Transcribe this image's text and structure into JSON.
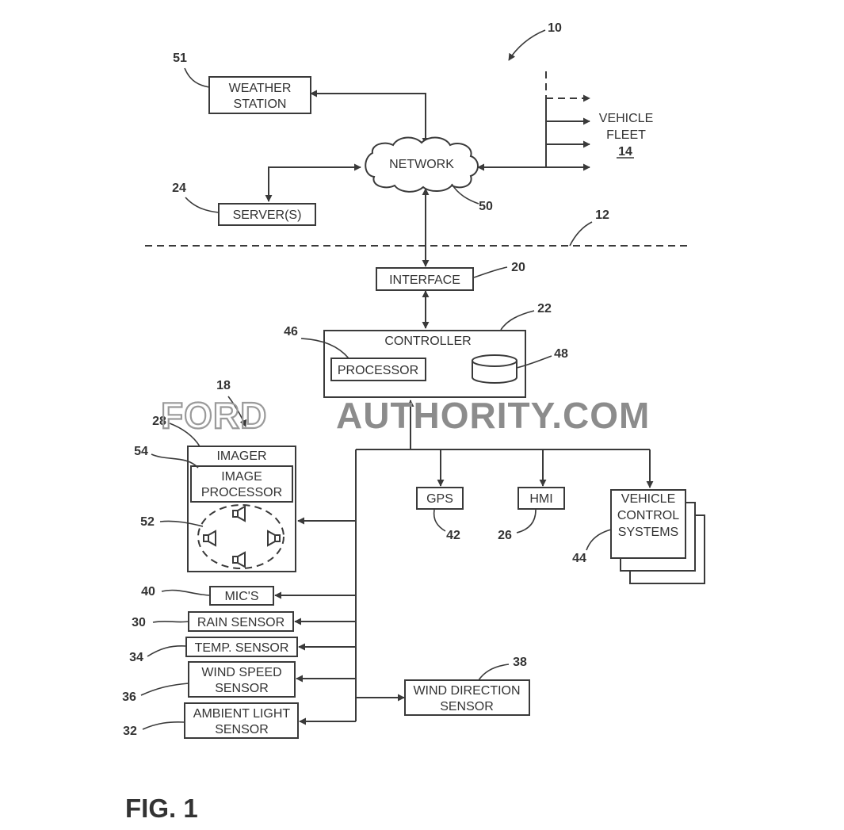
{
  "labels": {
    "weather_station": [
      "WEATHER",
      "STATION"
    ],
    "network": "NETWORK",
    "servers": "SERVER(S)",
    "vehicle_fleet": [
      "VEHICLE",
      "FLEET"
    ],
    "vehicle_fleet_ref": "14",
    "interface": "INTERFACE",
    "controller": "CONTROLLER",
    "processor": "PROCESSOR",
    "imager": "IMAGER",
    "image_processor": [
      "IMAGE",
      "PROCESSOR"
    ],
    "gps": "GPS",
    "hmi": "HMI",
    "vehicle_control_systems": [
      "VEHICLE",
      "CONTROL",
      "SYSTEMS"
    ],
    "mics": "MIC'S",
    "rain_sensor": "RAIN SENSOR",
    "temp_sensor": "TEMP. SENSOR",
    "wind_speed_sensor": [
      "WIND SPEED",
      "SENSOR"
    ],
    "ambient_light_sensor": [
      "AMBIENT LIGHT",
      "SENSOR"
    ],
    "wind_direction_sensor": [
      "WIND DIRECTION",
      "SENSOR"
    ]
  },
  "refs": {
    "system": "10",
    "boundary": "12",
    "imager_assembly": "18",
    "interface": "20",
    "controller": "22",
    "servers": "24",
    "hmi": "26",
    "imager": "28",
    "rain_sensor": "30",
    "ambient_light_sensor": "32",
    "temp_sensor": "34",
    "wind_speed_sensor": "36",
    "wind_direction_sensor": "38",
    "mics": "40",
    "gps": "42",
    "vehicle_control_systems": "44",
    "processor": "46",
    "memory": "48",
    "network": "50",
    "weather_station": "51",
    "speakers": "52",
    "image_processor": "54"
  },
  "figure_label": "FIG. 1",
  "watermark": {
    "brand": "FORD",
    "rest": "AUTHORITY.COM"
  }
}
